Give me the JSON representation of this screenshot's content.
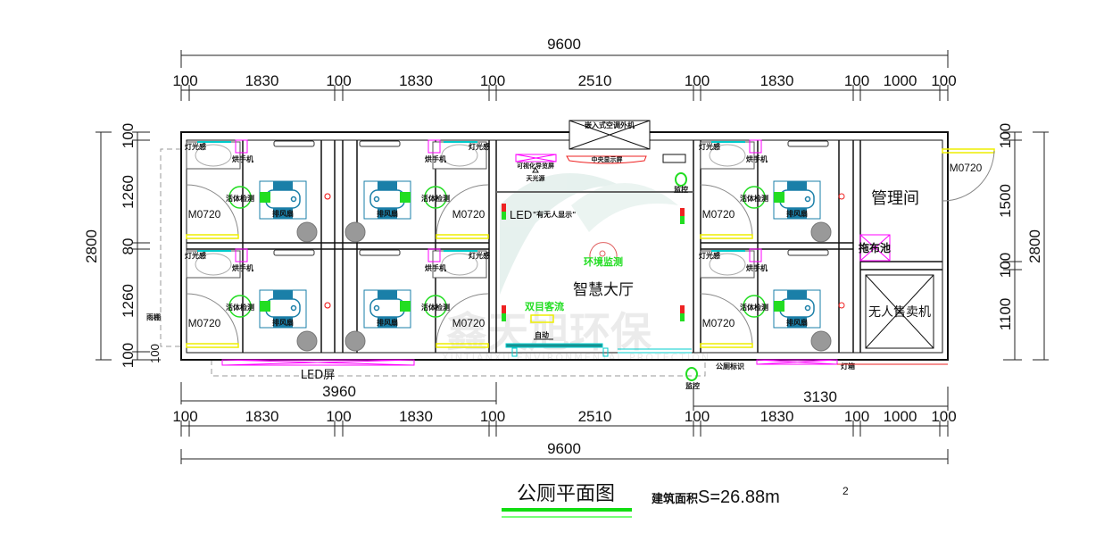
{
  "drawing": {
    "title": "公厕平面图",
    "area_label": "建筑面积S=26.88m",
    "area_superscript": "2",
    "watermark_cn": "鑫天旭环保",
    "watermark_en": "XINTIANXU ENVIRONMENTAL PROTECTION"
  },
  "dimensions": {
    "top_total": "9600",
    "top_segments": [
      "100",
      "1830",
      "100",
      "1830",
      "100",
      "2510",
      "100",
      "1830",
      "100",
      "1000",
      "100"
    ],
    "bottom_segments": [
      "100",
      "1830",
      "100",
      "1830",
      "100",
      "2510",
      "100",
      "1830",
      "100",
      "1000",
      "100"
    ],
    "bottom_total": "9600",
    "bottom_left_span": "3960",
    "bottom_right_span": "3130",
    "left_total": "2800",
    "left_segments": [
      "100",
      "1260",
      "80",
      "1260",
      "100"
    ],
    "left_canopy": "100",
    "right_total": "2800",
    "right_segments": [
      "100",
      "1500",
      "100",
      "1100"
    ]
  },
  "rooms": {
    "hall": "智慧大厅",
    "management": "管理间",
    "vending": "无人售卖机",
    "mop_pool": "拖布池"
  },
  "labels": {
    "door": "M0720",
    "gas_detect": "活体检测",
    "exhaust_fan": "排风扇",
    "hand_dryer": "烘手机",
    "sensor_light": "灯光感",
    "led_occupancy": "LED",
    "occupancy_text": "\"有无人显示\"",
    "env_monitor": "环境监测",
    "binocular_flow": "双目客流",
    "auto_door": "自动",
    "camera": "监控",
    "canopy": "雨棚",
    "led_screen": "LED屏",
    "toilet_sign": "公厕标识",
    "light_box": "灯箱",
    "ac_unit": "嵌入式空调外机",
    "visual_screen": "可视化导览屏",
    "skylight": "天光源",
    "central_screen": "中央显示屏"
  },
  "colors": {
    "wall": "#111111",
    "magenta": "#ff00ff",
    "cyan": "#00cccc",
    "green": "#22dd22",
    "yellow": "#eeee00",
    "toilet_blue": "#1a7fa8",
    "red": "#ee2222"
  }
}
